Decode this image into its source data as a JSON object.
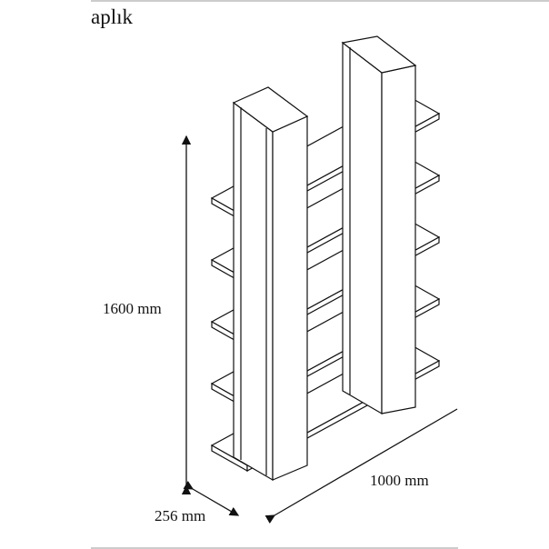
{
  "title": "aplık",
  "dimensions": {
    "height": "1600 mm",
    "width": "1000 mm",
    "depth": "256 mm"
  },
  "colors": {
    "line": "#111111",
    "rule": "#bbbbbb"
  }
}
